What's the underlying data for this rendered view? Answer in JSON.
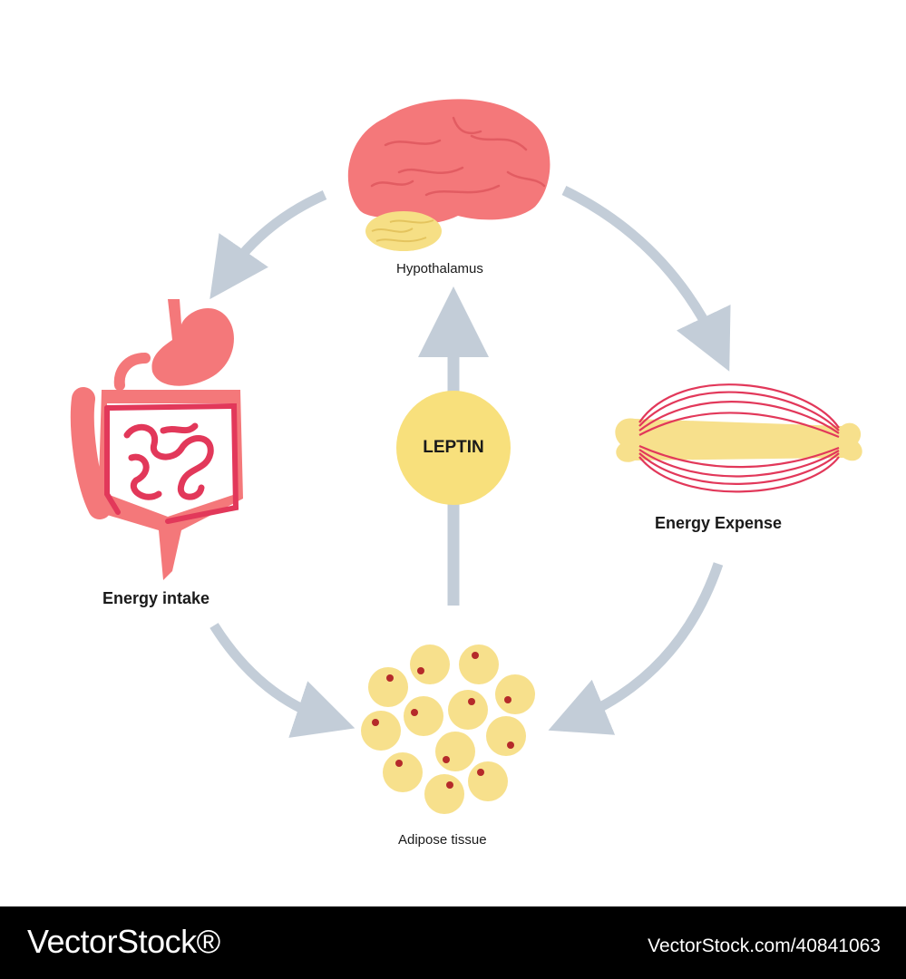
{
  "diagram": {
    "nodes": {
      "hypothalamus": "Hypothalamus",
      "energy_intake": "Energy intake",
      "energy_expense": "Energy Expense",
      "adipose": "Adipose tissue",
      "leptin": "LEPTIN"
    },
    "colors": {
      "arrow": "#c3cdd8",
      "brain": "#f4787a",
      "cerebellum": "#f6df85",
      "gut": "#f4787a",
      "small_intestine": "#e2385a",
      "muscle": "#e2385a",
      "bone": "#f7e08c",
      "fat_cell": "#f7e08c",
      "fat_nucleus": "#b52a2a",
      "leptin_circle": "#f8e07c"
    }
  },
  "watermark": {
    "brand": "VectorStock®",
    "image_id": "VectorStock.com/40841063"
  }
}
